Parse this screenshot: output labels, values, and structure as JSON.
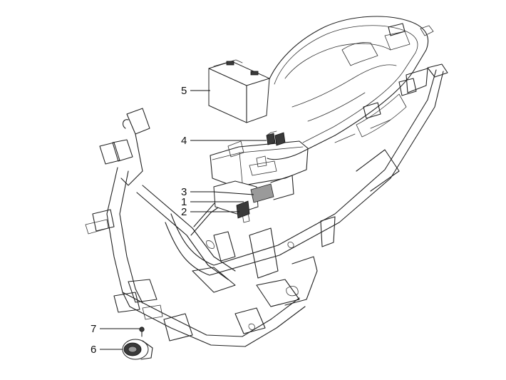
{
  "callouts": [
    {
      "label": "1"
    },
    {
      "label": "2"
    },
    {
      "label": "3"
    },
    {
      "label": "4"
    },
    {
      "label": "5"
    },
    {
      "label": "6"
    },
    {
      "label": "7"
    }
  ],
  "colors": {
    "line": "#222222",
    "component_dark": "#3a3a3a",
    "component_mid": "#9a9a9a",
    "background": "#ffffff"
  }
}
